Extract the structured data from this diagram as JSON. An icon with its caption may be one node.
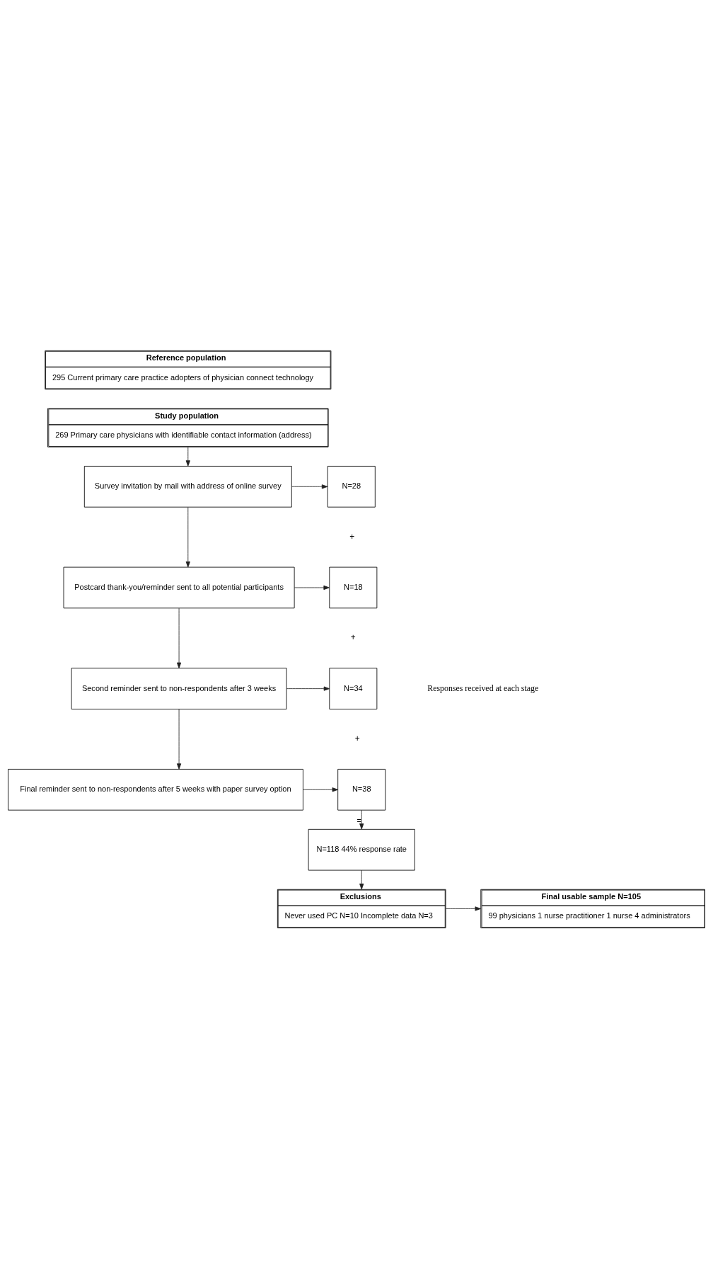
{
  "diagram": {
    "nodes": [
      {
        "text": [
          "Reference population",
          "295 Current primary care practice adopters of physician connect technology"
        ]
      },
      {
        "text": [
          "Study population",
          "269 Primary care physicians with identifiable contact information (address)"
        ]
      },
      {
        "text": [
          "Survey invitation by mail with address of online survey"
        ]
      },
      {
        "text": [
          "N=28"
        ]
      },
      {
        "text": [
          "Postcard thank-you/reminder sent to all potential participants"
        ]
      },
      {
        "text": [
          "N=18"
        ]
      },
      {
        "text": [
          "Second reminder sent to non-respondents after 3 weeks"
        ]
      },
      {
        "text": [
          "N=34"
        ]
      },
      {
        "text": [
          "Final reminder sent to non-respondents after 5 weeks with paper survey option"
        ]
      },
      {
        "text": [
          "N=38"
        ]
      },
      {
        "text": [
          "N=118 44% response rate"
        ]
      },
      {
        "text": [
          "Exclusions",
          "Never used PC N=10 Incomplete data N=3"
        ]
      },
      {
        "text": [
          "Final usable sample N=105",
          "99 physicians 1 nurse practitioner 1 nurse 4 administrators"
        ]
      }
    ],
    "edges": [
      {
        "from": 1,
        "to": 2,
        "arrow": "to"
      },
      {
        "from": 2,
        "to": 3,
        "arrow": "to"
      },
      {
        "from": 2,
        "to": 4,
        "arrow": "to"
      },
      {
        "from": 4,
        "to": 5,
        "arrow": "to"
      },
      {
        "from": 4,
        "to": 6,
        "arrow": "to"
      },
      {
        "from": 6,
        "to": 7,
        "arrow": "to"
      },
      {
        "from": 6,
        "to": 8,
        "arrow": "to"
      },
      {
        "from": 8,
        "to": 9,
        "arrow": "to"
      },
      {
        "from": 9,
        "to": 10,
        "label": "=",
        "arrow": "to"
      },
      {
        "from": 10,
        "to": 11,
        "arrow": "to"
      },
      {
        "from": 11,
        "to": 12,
        "arrow": "to"
      }
    ],
    "labels": [
      "+",
      "+",
      "+",
      "Responses received at each stage"
    ]
  }
}
